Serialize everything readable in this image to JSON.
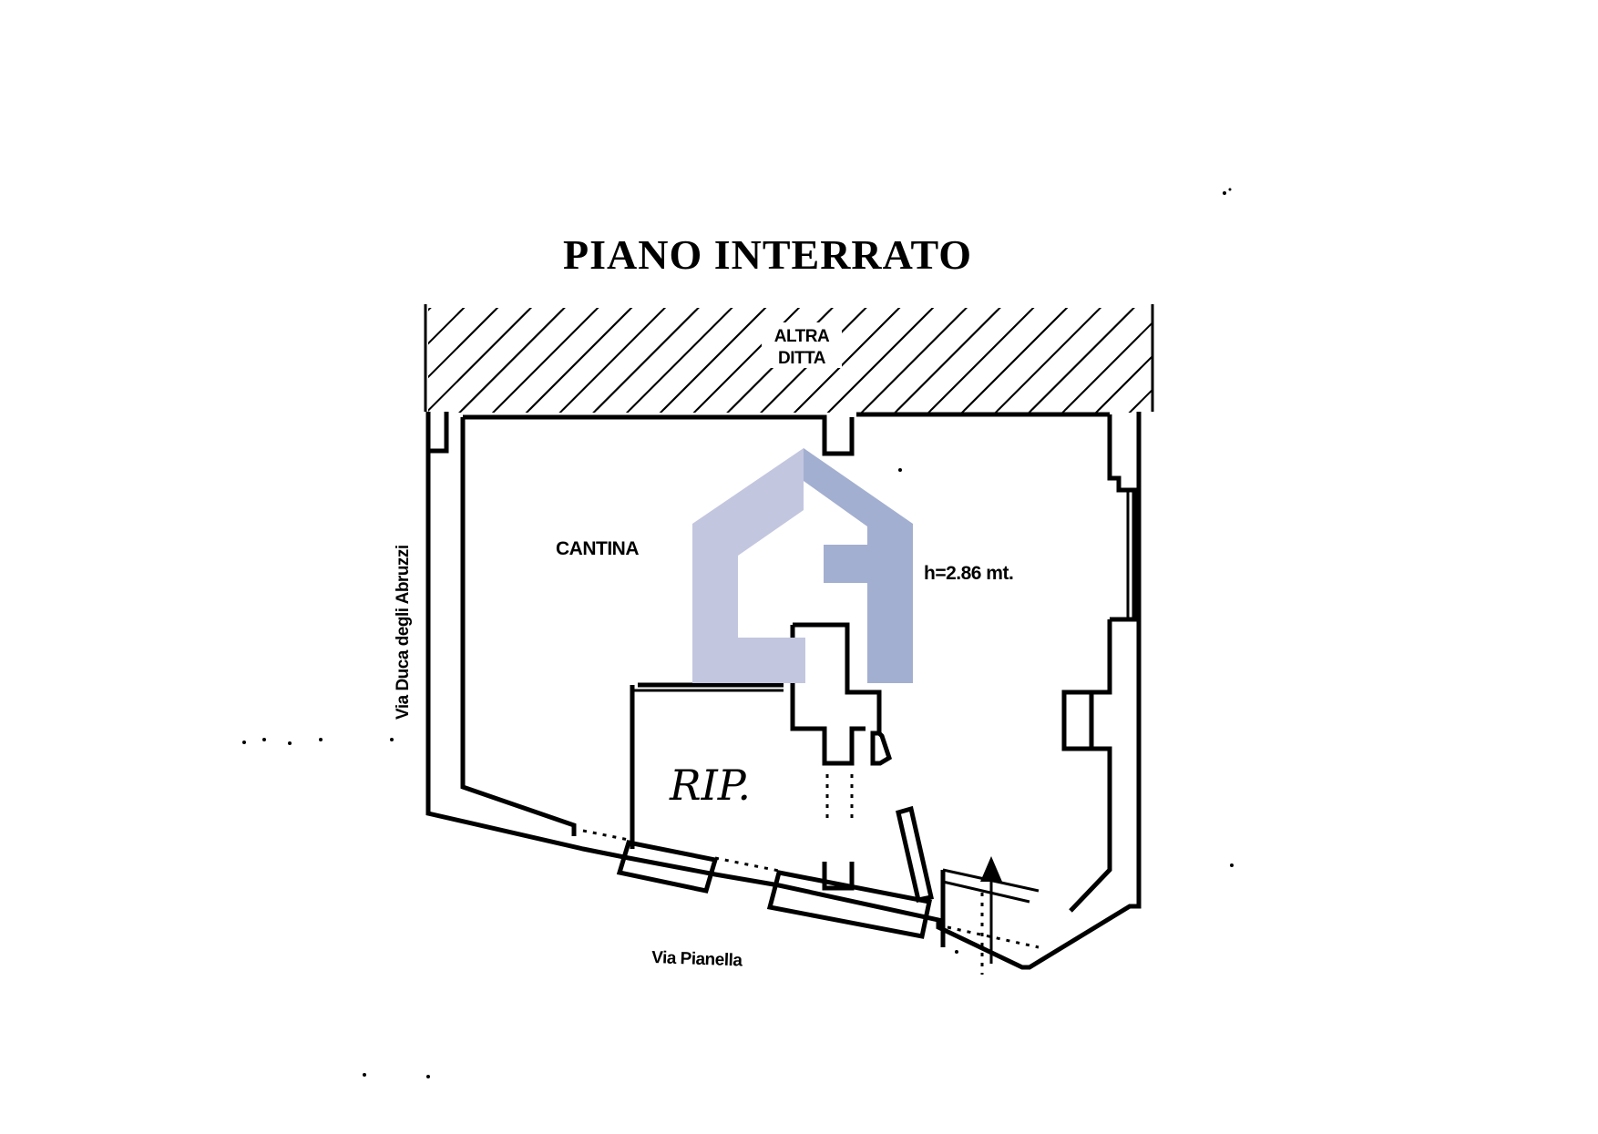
{
  "plan": {
    "title": "PIANO INTERRATO",
    "rooms": {
      "neighbor_line1": "ALTRA",
      "neighbor_line2": "DITTA",
      "cellar": "CANTINA",
      "storage": "RIP.",
      "height_note": "h=2.86 mt."
    },
    "streets": {
      "left": "Via Duca degli Abruzzi",
      "bottom": "Via Pianella"
    }
  },
  "watermark": {
    "icon": "house-logo-icon",
    "color_light": "#c3c6df",
    "color_dark": "#a3afd0"
  }
}
